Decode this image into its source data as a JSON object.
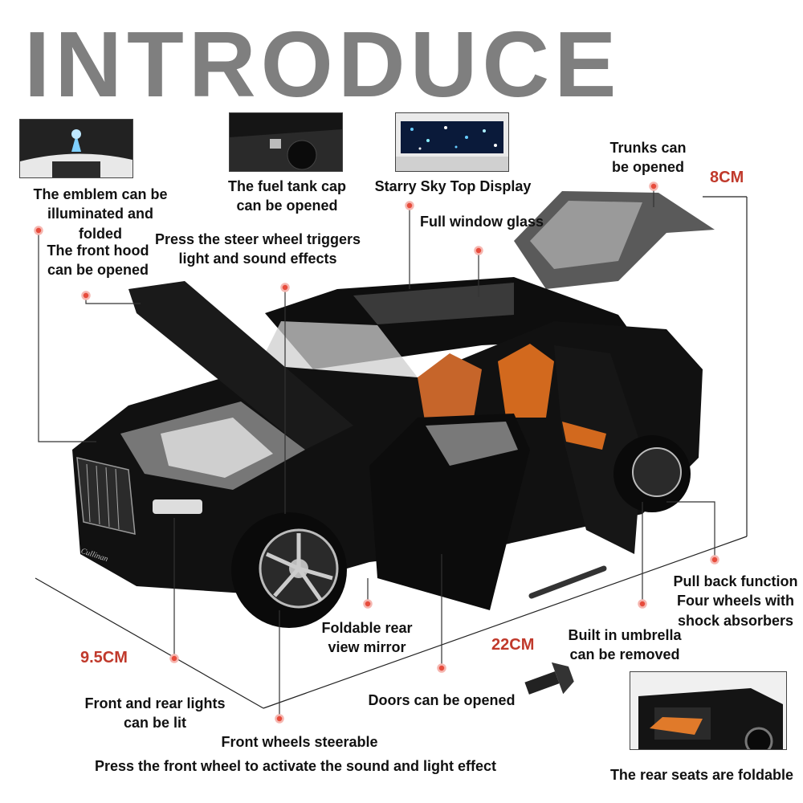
{
  "title": "INTRODUCE",
  "dimensions": {
    "height": "8CM",
    "width": "9.5CM",
    "length": "22CM"
  },
  "labels": {
    "emblem": "The emblem can be\nilluminated and folded",
    "fuel_cap": "The fuel tank cap\ncan be opened",
    "starry_sky": "Starry Sky Top Display",
    "trunks": "Trunks can\nbe opened",
    "full_window": "Full window glass",
    "front_hood": "The front hood\ncan be opened",
    "steer_wheel": "Press the steer wheel triggers\nlight and sound effects",
    "pull_back": "Pull back function\nFour wheels with\nshock absorbers",
    "umbrella": "Built in umbrella\ncan be removed",
    "mirror": "Foldable rear\nview mirror",
    "doors": "Doors can be opened",
    "lights": "Front and rear lights\ncan be lit",
    "front_wheels": "Front wheels steerable",
    "press_wheel": "Press the front wheel to activate the sound and light effect",
    "rear_seats": "The rear seats are foldable"
  },
  "car_badge": "Cullinan",
  "colors": {
    "title": "#7f7f7f",
    "dimension": "#c0392b",
    "marker": "#e74c3c",
    "body": "#111111",
    "interior": "#d2691e"
  }
}
